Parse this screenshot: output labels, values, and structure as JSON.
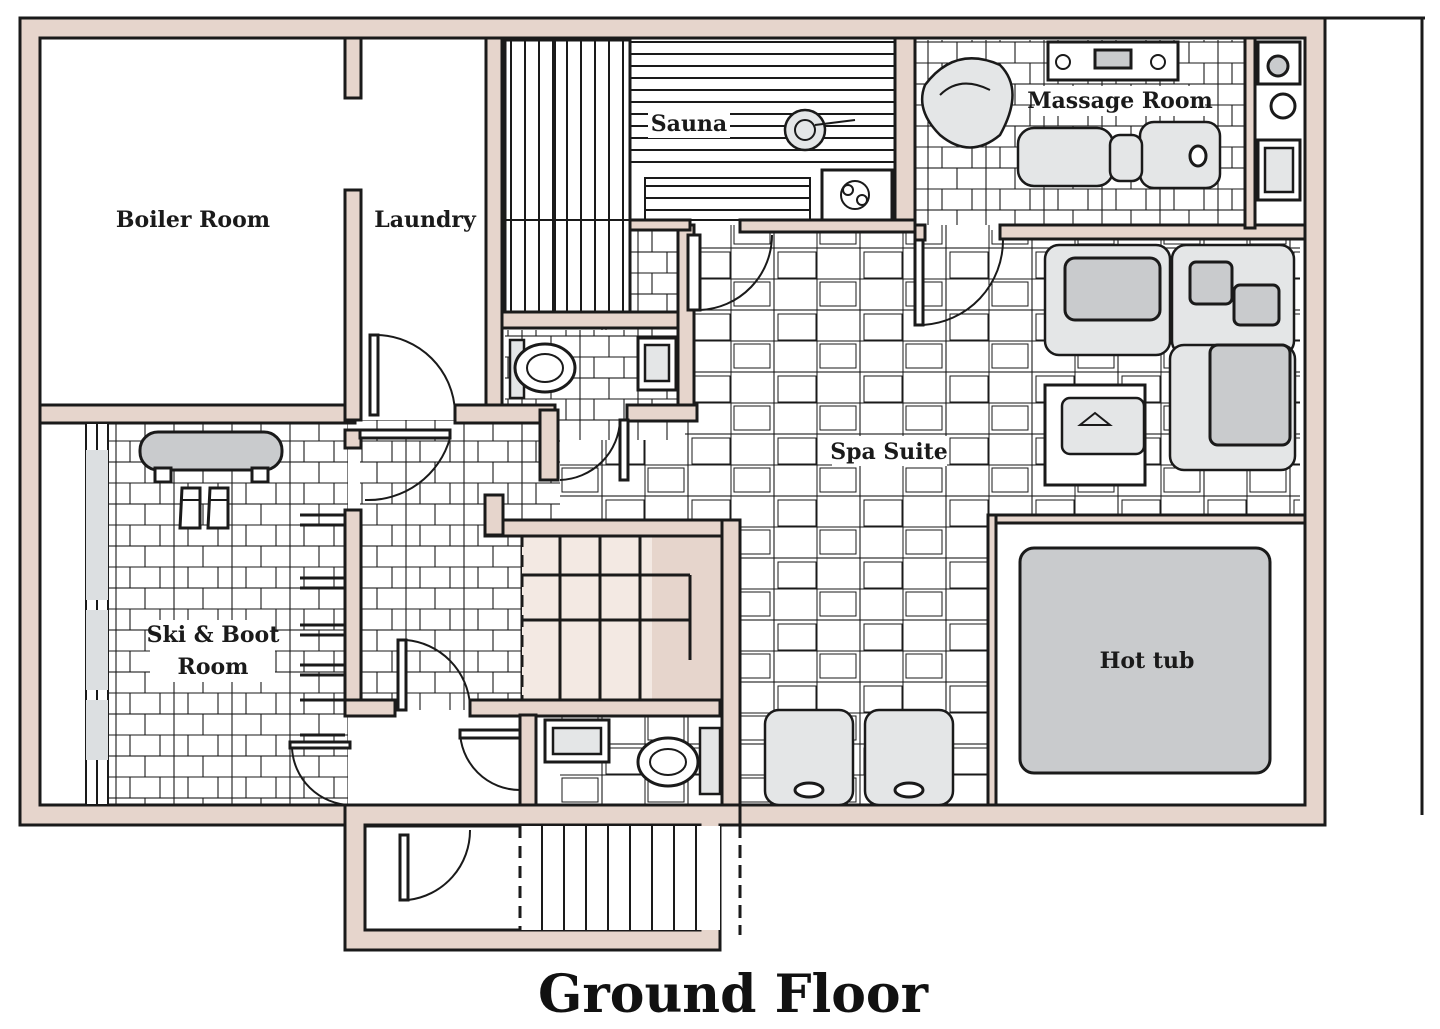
{
  "title": "Ground Floor",
  "rooms": {
    "boiler": "Boiler Room",
    "laundry": "Laundry",
    "sauna": "Sauna",
    "massage": "Massage Room",
    "spa": "Spa Suite",
    "ski_line1": "Ski & Boot",
    "ski_line2": "Room",
    "hottub": "Hot tub"
  },
  "colors": {
    "wall": "#e6d5cc",
    "fixture_grey": "#c9cbcd",
    "ink": "#1a1a1a"
  }
}
